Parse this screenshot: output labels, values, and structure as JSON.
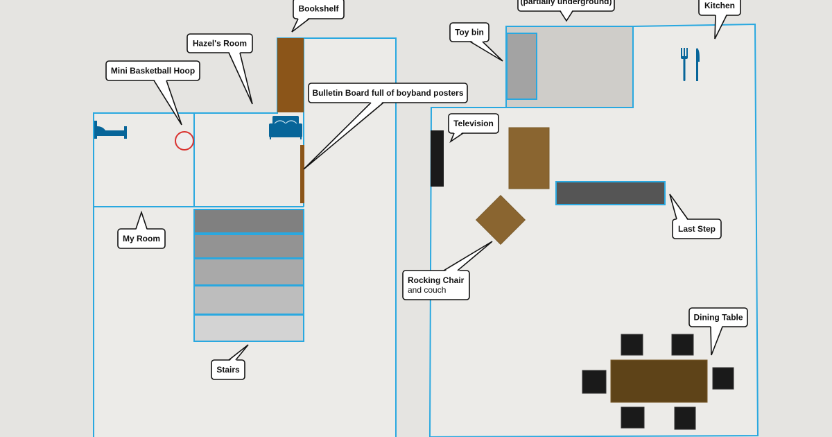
{
  "labels": {
    "bookshelf": "Bookshelf",
    "hazels_room": "Hazel's Room",
    "mini_hoop": "Mini Basketball Hoop",
    "bulletin_board": "Bulletin Board full of boyband posters",
    "my_room": "My Room",
    "stairs": "Stairs",
    "partially_underground": "(partially underground)",
    "kitchen": "Kitchen",
    "toy_bin": "Toy bin",
    "television": "Television",
    "last_step": "Last Step",
    "rocking_chair": "Rocking Chair",
    "rocking_chair_sub": "and couch",
    "dining_table": "Dining Table"
  },
  "icons": [
    "bed-icon",
    "double-bed-icon",
    "fork-knife-icon",
    "basketball-hoop-icon"
  ],
  "colors": {
    "wall": "#29a8e0",
    "floor": "#ecebe8",
    "furniture_wood": "#8a6530",
    "bookshelf": "#8b5519",
    "icon_blue": "#076599",
    "hoop_red": "#d9322f",
    "dark": "#1a1a1a"
  }
}
